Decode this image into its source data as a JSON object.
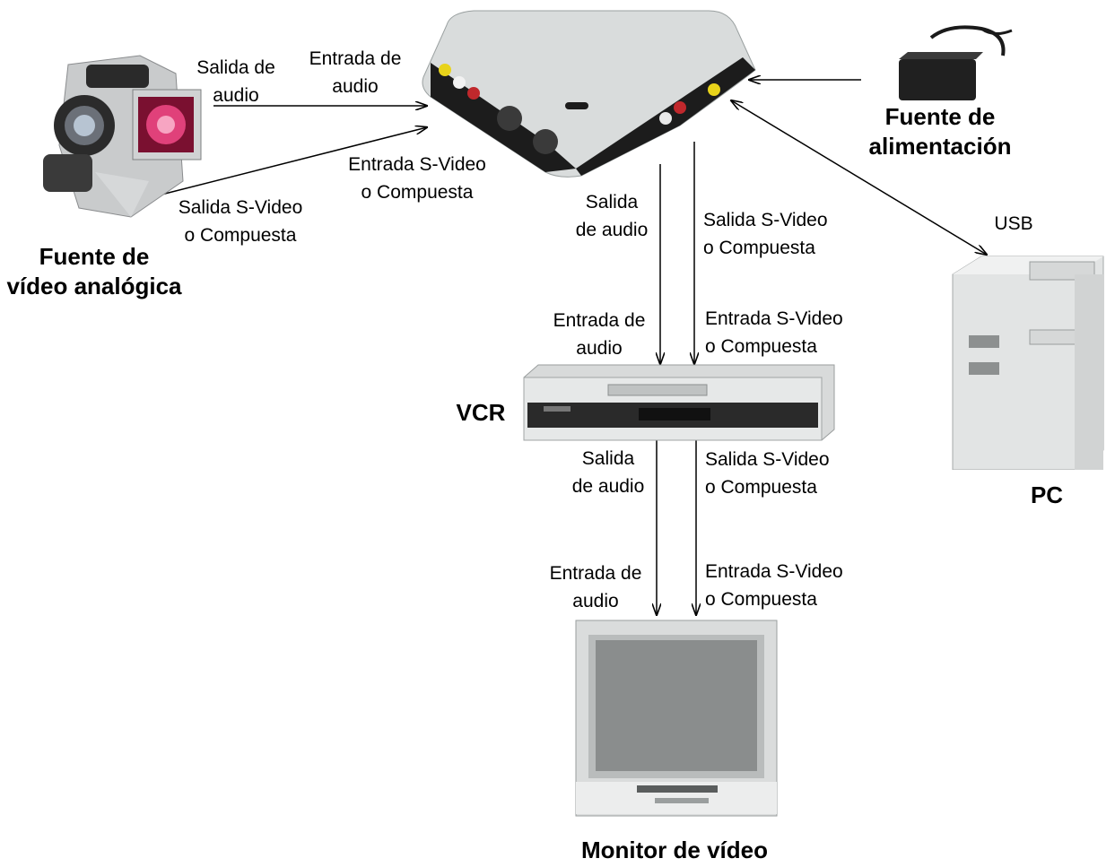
{
  "devices": {
    "camera": {
      "icon": "camcorder-icon",
      "title_lines": [
        "Fuente de",
        "vídeo analógica"
      ]
    },
    "capture_box": {
      "icon": "capture-box-icon"
    },
    "power": {
      "icon": "power-adapter-icon",
      "title_lines": [
        "Fuente de",
        "alimentación"
      ]
    },
    "pc": {
      "icon": "pc-tower-icon",
      "title": "PC"
    },
    "vcr": {
      "icon": "vcr-icon",
      "title": "VCR"
    },
    "monitor": {
      "icon": "tv-monitor-icon",
      "title": "Monitor de vídeo"
    }
  },
  "labels": {
    "cam_audio_out": [
      "Salida de",
      "audio"
    ],
    "box_audio_in": [
      "Entrada de",
      "audio"
    ],
    "box_svideo_in": [
      "Entrada S-Video",
      "o Compuesta"
    ],
    "cam_svideo_out": [
      "Salida S-Video",
      "o Compuesta"
    ],
    "usb": "USB",
    "box_audio_out": [
      "Salida",
      "de audio"
    ],
    "box_svideo_out": [
      "Salida S-Video",
      "o Compuesta"
    ],
    "vcr_audio_in": [
      "Entrada de",
      "audio"
    ],
    "vcr_svideo_in": [
      "Entrada S-Video",
      "o Compuesta"
    ],
    "vcr_audio_out": [
      "Salida",
      "de audio"
    ],
    "vcr_svideo_out": [
      "Salida S-Video",
      "o Compuesta"
    ],
    "tv_audio_in": [
      "Entrada de",
      "audio"
    ],
    "tv_svideo_in": [
      "Entrada S-Video",
      "o Compuesta"
    ]
  },
  "colors": {
    "line": "#000000",
    "device_light": "#e4e6e6",
    "device_dark": "#1a1a1a"
  }
}
